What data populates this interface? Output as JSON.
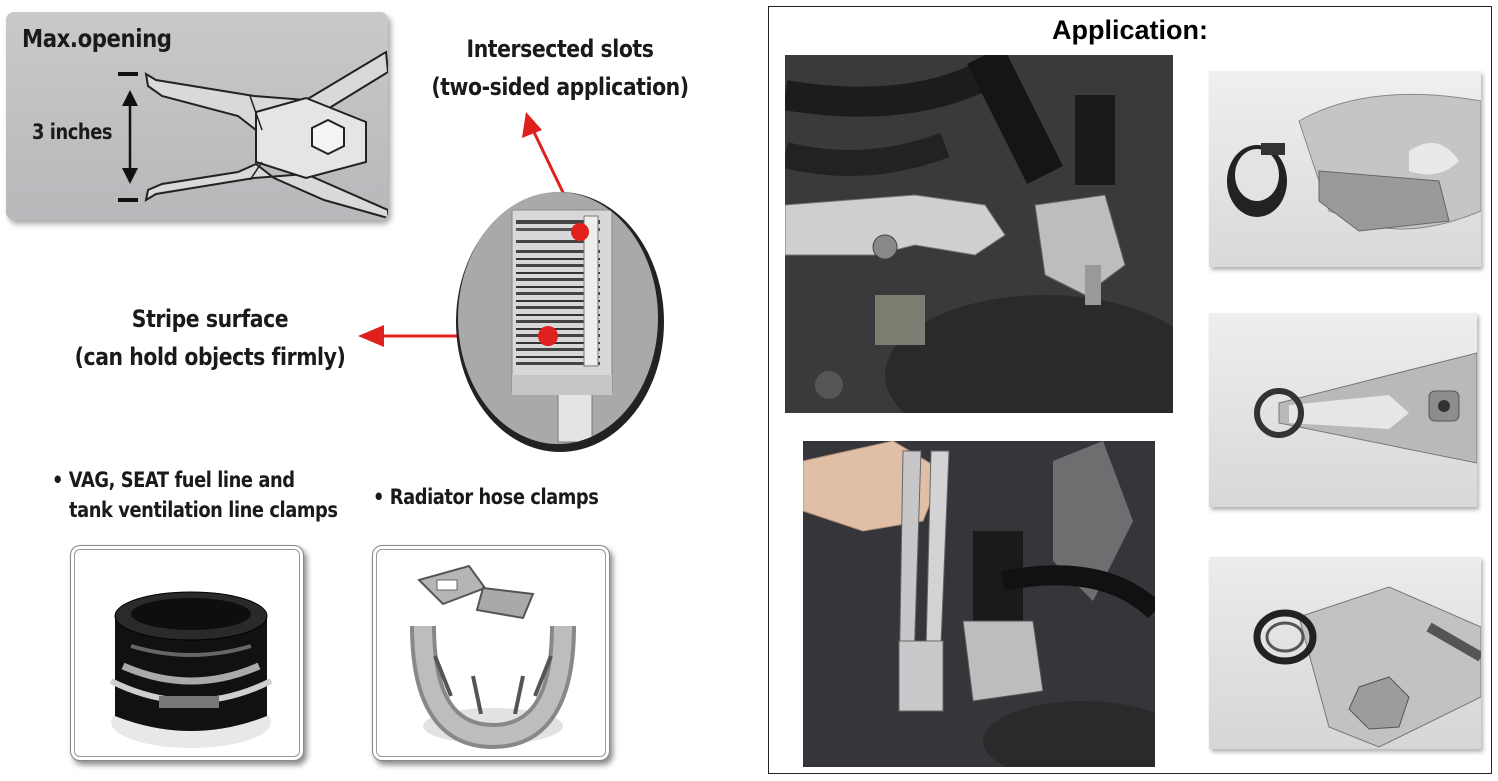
{
  "max_opening": {
    "title": "Max.opening",
    "measure": "3 inches"
  },
  "slots_label": {
    "line1": "Intersected slots",
    "line2": "(two-sided application)"
  },
  "stripe_label": {
    "line1": "Stripe surface",
    "line2": "(can hold objects firmly)"
  },
  "bullets": [
    {
      "line1": "• VAG, SEAT fuel line and",
      "line2": "tank ventilation line clamps"
    },
    {
      "line1": "• Radiator hose clamps"
    }
  ],
  "application": {
    "title": "Application:"
  },
  "colors": {
    "accent_red": "#e0201c",
    "panel_gray": "#c2c2c4"
  }
}
